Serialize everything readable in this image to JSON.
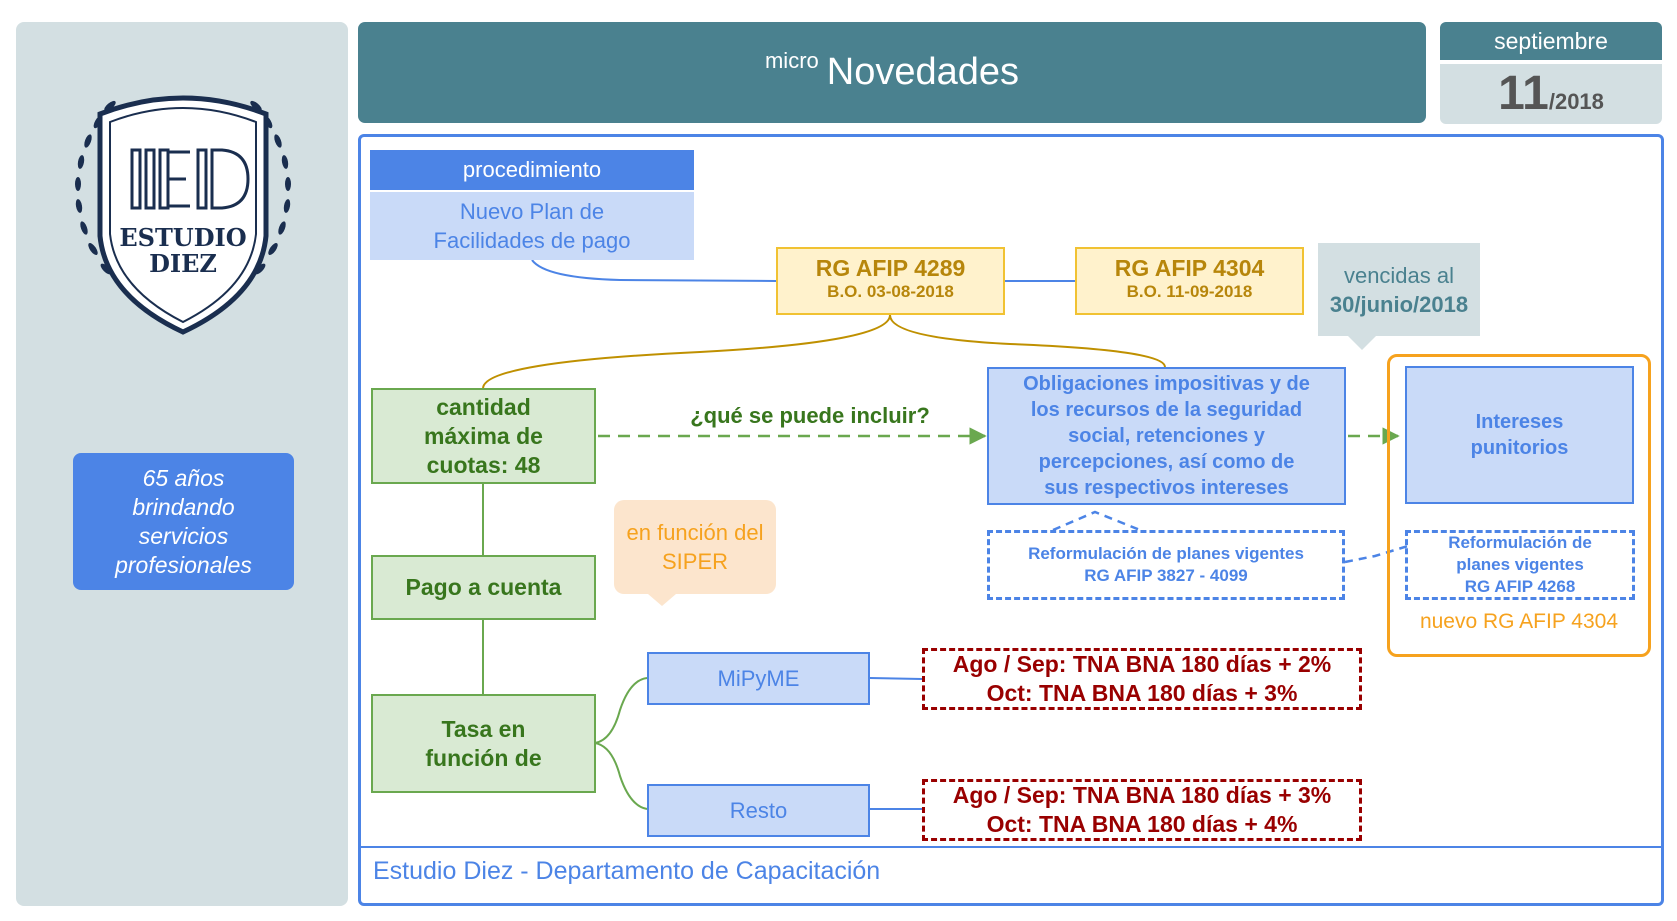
{
  "sidebar": {
    "logo_text": [
      "ESTUDIO",
      "DIEZ"
    ],
    "tagline": "65 años\nbrindando\nservicios\nprofesionales"
  },
  "header": {
    "prefix": "micro",
    "title": "Novedades"
  },
  "date": {
    "month": "septiembre",
    "day": "11",
    "year": "/2018"
  },
  "footer": "Estudio Diez - Departamento de Capacitación",
  "diagram": {
    "procedimiento": {
      "label": "procedimiento",
      "title": "Nuevo Plan de\nFacilidades de pago"
    },
    "rg4289": {
      "title": "RG AFIP 4289",
      "sub": "B.O. 03-08-2018"
    },
    "rg4304": {
      "title": "RG AFIP 4304",
      "sub": "B.O. 11-09-2018"
    },
    "vencidas": {
      "line1": "vencidas al",
      "line2": "30/junio/2018"
    },
    "cuotas": "cantidad\nmáxima de\ncuotas: 48",
    "question": "¿qué se puede incluir?",
    "obligaciones": "Obligaciones impositivas y de\nlos recursos de la seguridad\nsocial, retenciones y\npercepciones, así como de\nsus respectivos intereses",
    "intereses": "Intereses\npunitorios",
    "reform1": "Reformulación de planes vigentes\nRG AFIP 3827 - 4099",
    "reform2": "Reformulación de\nplanes vigentes\nRG AFIP 4268",
    "nuevo": "nuevo RG AFIP 4304",
    "pago": "Pago a cuenta",
    "siper": "en función del\nSIPER",
    "tasa": "Tasa en\nfunción de",
    "mipyme": "MiPyME",
    "resto": "Resto",
    "tasa_mipyme": "Ago / Sep: TNA BNA 180 días + 2%\nOct: TNA BNA 180 días + 3%",
    "tasa_resto": "Ago / Sep: TNA BNA 180 días + 3%\nOct: TNA BNA 180 días + 4%"
  },
  "colors": {
    "header": "#4a818f",
    "accent_blue": "#4c84e6",
    "green": "#6aa84f",
    "gold": "#f1c232",
    "orange": "#f6a21e",
    "red": "#990000"
  }
}
